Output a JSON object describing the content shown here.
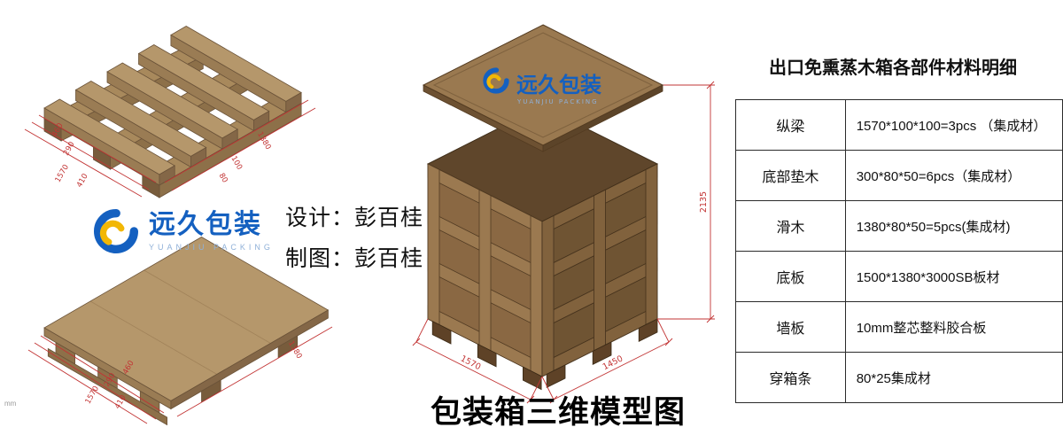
{
  "page": {
    "title": "包装箱三维模型图",
    "unit_note": "mm"
  },
  "brand": {
    "logo_cn": "远久包装",
    "logo_en": "YUANJIU PACKING",
    "blue": "#1460c0",
    "yellow": "#f2b705"
  },
  "credits": {
    "design": "设计：彭百桂",
    "draft": "制图：彭百桂"
  },
  "materials_table": {
    "title": "出口免熏蒸木箱各部件材料明细",
    "rows": [
      {
        "part": "纵梁",
        "spec": "1570*100*100=3pcs （集成材）"
      },
      {
        "part": "底部垫木",
        "spec": "300*80*50=6pcs（集成材）"
      },
      {
        "part": "滑木",
        "spec": "1380*80*50=5pcs(集成材)"
      },
      {
        "part": "底板",
        "spec": "1500*1380*3000SB板材"
      },
      {
        "part": "墙板",
        "spec": "10mm整芯整料胶合板"
      },
      {
        "part": "穿箱条",
        "spec": "80*25集成材"
      }
    ]
  },
  "drawings": {
    "frame": {
      "dims_left": [
        "460",
        "290",
        "1570",
        "410"
      ],
      "dims_right": [
        "1380",
        "100",
        "80"
      ]
    },
    "pallet": {
      "dims_left": [
        "460",
        "290",
        "1570",
        "410"
      ],
      "dim_right": "1380"
    },
    "crate": {
      "dim_width": "1570",
      "dim_depth": "1450",
      "dim_height": "2135"
    }
  },
  "colors": {
    "dimension_line": "#c23434"
  }
}
